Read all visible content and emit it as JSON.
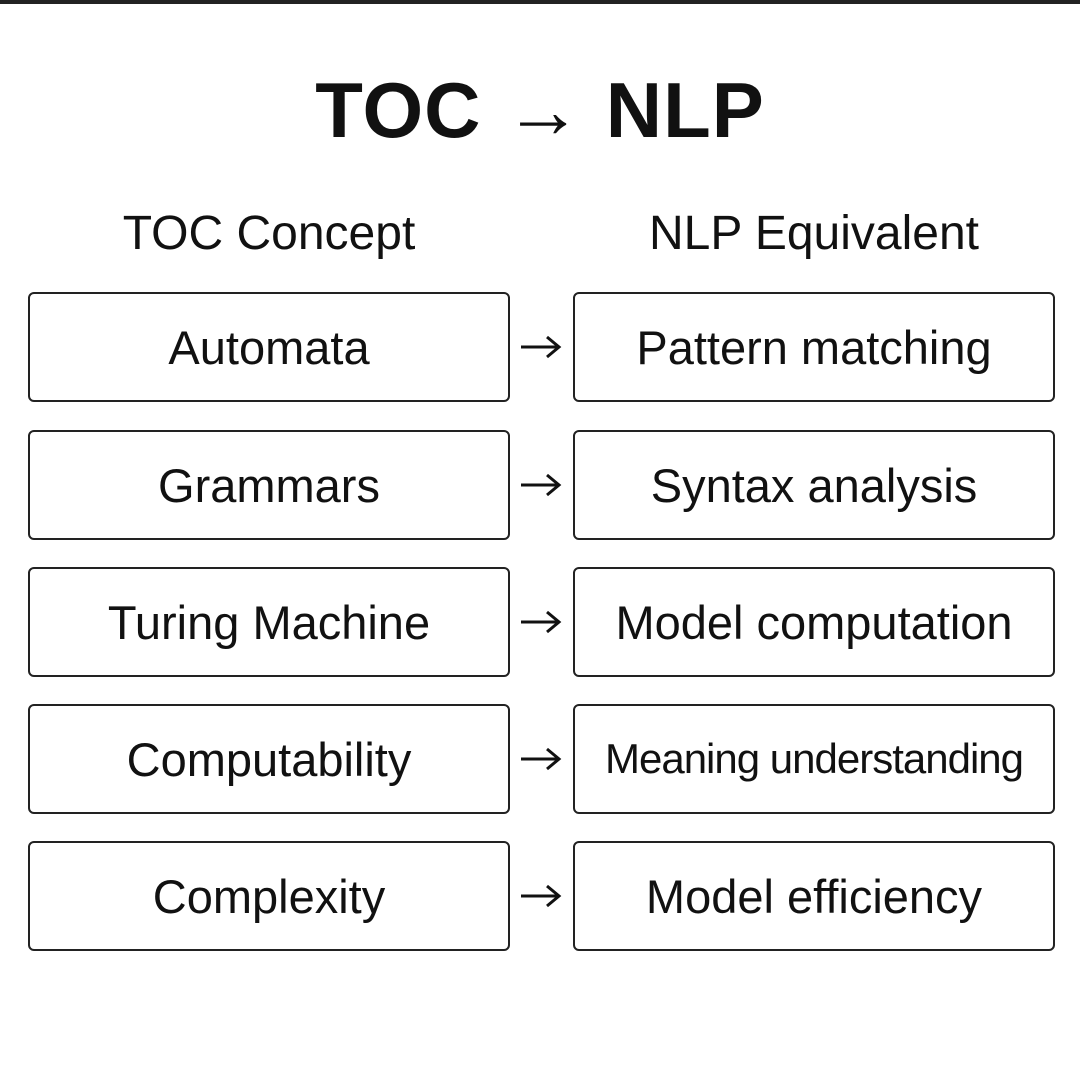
{
  "title": "TOC → NLP",
  "headers": {
    "left": "TOC Concept",
    "right": "NLP Equivalent"
  },
  "rows": [
    {
      "concept": "Automata",
      "equivalent": "Pattern matching"
    },
    {
      "concept": "Grammars",
      "equivalent": "Syntax analysis"
    },
    {
      "concept": "Turing Machine",
      "equivalent": "Model computation"
    },
    {
      "concept": "Computability",
      "equivalent": "Meaning understanding"
    },
    {
      "concept": "Complexity",
      "equivalent": "Model efficiency"
    }
  ],
  "arrow_icon": "right-arrow-icon"
}
